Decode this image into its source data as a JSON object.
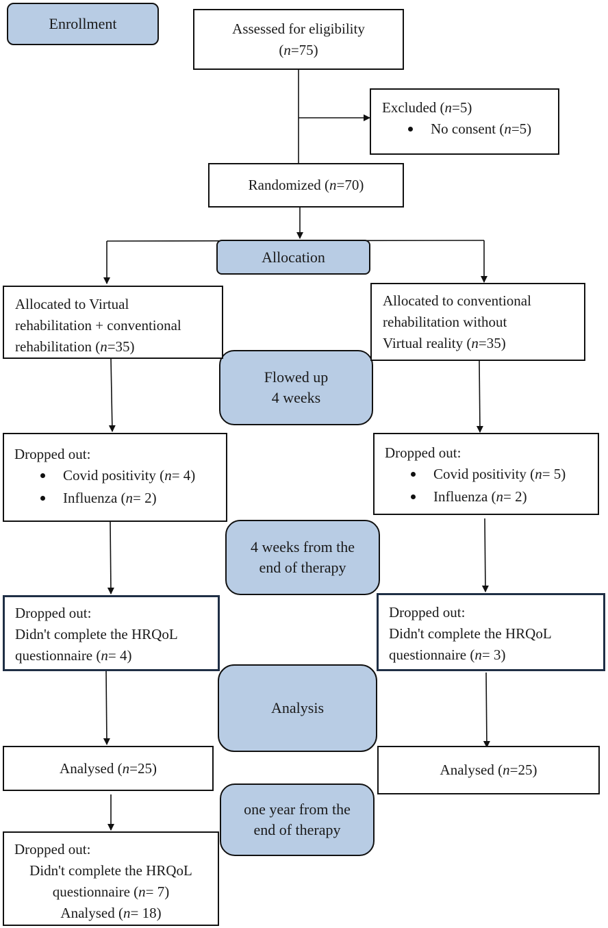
{
  "stages": {
    "enrollment": "Enrollment",
    "allocation": "Allocation",
    "followup": [
      "Flowed up",
      "4 weeks"
    ],
    "four_weeks_end": [
      "4 weeks from the",
      "end of therapy"
    ],
    "analysis": "Analysis",
    "one_year": [
      "one year from the",
      "end of therapy"
    ]
  },
  "assessed": {
    "label": "Assessed for eligibility",
    "n": "(n=75)"
  },
  "excluded": {
    "title": "Excluded (n=5)",
    "item": "No consent (n=5)"
  },
  "randomized": "Randomized (n=70)",
  "left": {
    "allocated": [
      "Allocated to Virtual",
      "rehabilitation + conventional",
      "rehabilitation (n=35)"
    ],
    "dropped1": {
      "title": "Dropped out:",
      "items": [
        "Covid positivity (n= 4)",
        "Influenza (n= 2)"
      ]
    },
    "dropped2": [
      "Dropped out:",
      "Didn't complete the HRQoL",
      "questionnaire (n= 4)"
    ],
    "analysed": "Analysed (n=25)",
    "dropped3": [
      "Dropped out:",
      "Didn't complete the HRQoL",
      "questionnaire (n= 7)",
      "Analysed (n= 18)"
    ]
  },
  "right": {
    "allocated": [
      "Allocated to conventional",
      "rehabilitation without",
      "Virtual reality (n=35)"
    ],
    "dropped1": {
      "title": "Dropped out:",
      "items": [
        "Covid positivity (n= 5)",
        "Influenza (n= 2)"
      ]
    },
    "dropped2": [
      "Dropped out:",
      "Didn't complete the HRQoL",
      "questionnaire (n= 3)"
    ],
    "analysed": "Analysed (n=25)"
  }
}
